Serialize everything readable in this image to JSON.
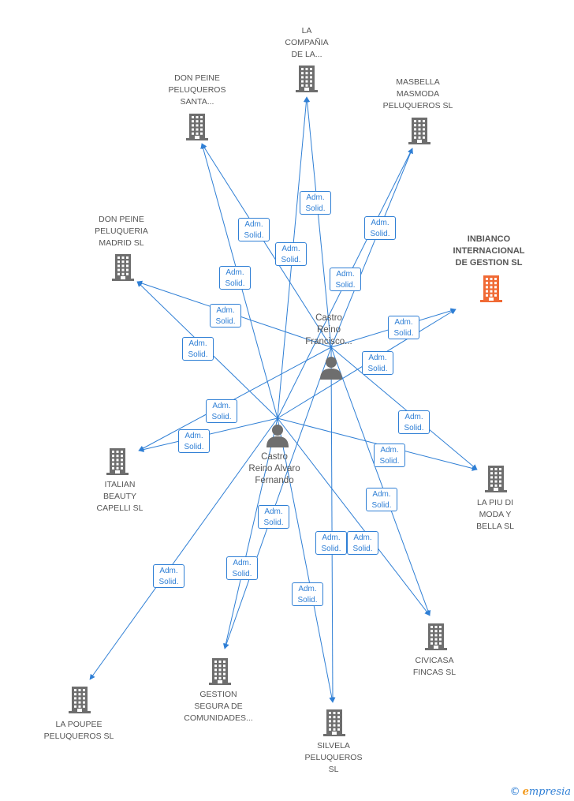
{
  "colors": {
    "edge": "#2f7fd5",
    "building": "#6e6e6e",
    "highlight": "#f06a35",
    "person": "#6e6e6e"
  },
  "icons": {
    "company": "building-icon",
    "person": "person-icon"
  },
  "persons": [
    {
      "id": "francisco",
      "label": "Castro\nReino\nFrancisco..."
    },
    {
      "id": "alvaro",
      "label": "Castro\nReino Alvaro\nFernando"
    }
  ],
  "companies": [
    {
      "id": "compania",
      "label": "LA\nCOMPAÑIA\nDE LA..."
    },
    {
      "id": "donpeine_santa",
      "label": "DON PEINE\nPELUQUEROS\nSANTA..."
    },
    {
      "id": "masbella",
      "label": "MASBELLA\nMASMODA\nPELUQUEROS SL"
    },
    {
      "id": "inbianco",
      "label": "INBIANCO\nINTERNACIONAL\nDE GESTION SL",
      "highlight": true
    },
    {
      "id": "donpeine_madrid",
      "label": "DON PEINE\nPELUQUERIA\nMADRID SL"
    },
    {
      "id": "italian",
      "label": "ITALIAN\nBEAUTY\nCAPELLI  SL"
    },
    {
      "id": "lapiu",
      "label": "LA PIU DI\nMODA Y\nBELLA SL"
    },
    {
      "id": "civicasa",
      "label": "CIVICASA\nFINCAS SL"
    },
    {
      "id": "gestion",
      "label": "GESTION\nSEGURA DE\nCOMUNIDADES..."
    },
    {
      "id": "silvela",
      "label": "SILVELA\nPELUQUEROS\nSL"
    },
    {
      "id": "lapoupee",
      "label": "LA POUPEE\nPELUQUEROS SL"
    }
  ],
  "edges": [
    {
      "from": "francisco",
      "to": "compania",
      "label": "Adm.\nSolid."
    },
    {
      "from": "alvaro",
      "to": "compania",
      "label": "Adm.\nSolid."
    },
    {
      "from": "francisco",
      "to": "donpeine_santa",
      "label": "Adm.\nSolid."
    },
    {
      "from": "alvaro",
      "to": "donpeine_santa",
      "label": "Adm.\nSolid."
    },
    {
      "from": "francisco",
      "to": "masbella",
      "label": "Adm.\nSolid."
    },
    {
      "from": "alvaro",
      "to": "masbella",
      "label": "Adm.\nSolid."
    },
    {
      "from": "francisco",
      "to": "inbianco",
      "label": "Adm.\nSolid."
    },
    {
      "from": "alvaro",
      "to": "inbianco",
      "label": "Adm.\nSolid."
    },
    {
      "from": "francisco",
      "to": "donpeine_madrid",
      "label": "Adm.\nSolid."
    },
    {
      "from": "alvaro",
      "to": "donpeine_madrid",
      "label": "Adm.\nSolid."
    },
    {
      "from": "francisco",
      "to": "italian",
      "label": "Adm.\nSolid."
    },
    {
      "from": "alvaro",
      "to": "italian",
      "label": "Adm.\nSolid."
    },
    {
      "from": "francisco",
      "to": "lapiu",
      "label": "Adm.\nSolid."
    },
    {
      "from": "alvaro",
      "to": "lapiu",
      "label": "Adm.\nSolid."
    },
    {
      "from": "francisco",
      "to": "civicasa",
      "label": "Adm.\nSolid."
    },
    {
      "from": "alvaro",
      "to": "civicasa",
      "label": "Adm.\nSolid."
    },
    {
      "from": "francisco",
      "to": "gestion",
      "label": "Adm.\nSolid."
    },
    {
      "from": "alvaro",
      "to": "gestion",
      "label": "Adm.\nSolid."
    },
    {
      "from": "francisco",
      "to": "silvela",
      "label": "Adm.\nSolid."
    },
    {
      "from": "alvaro",
      "to": "silvela",
      "label": "Adm.\nSolid."
    },
    {
      "from": "alvaro",
      "to": "lapoupee",
      "label": "Adm.\nSolid."
    }
  ],
  "footer": {
    "copyright": "©",
    "brand_initial": "e",
    "brand_rest": "mpresia"
  }
}
